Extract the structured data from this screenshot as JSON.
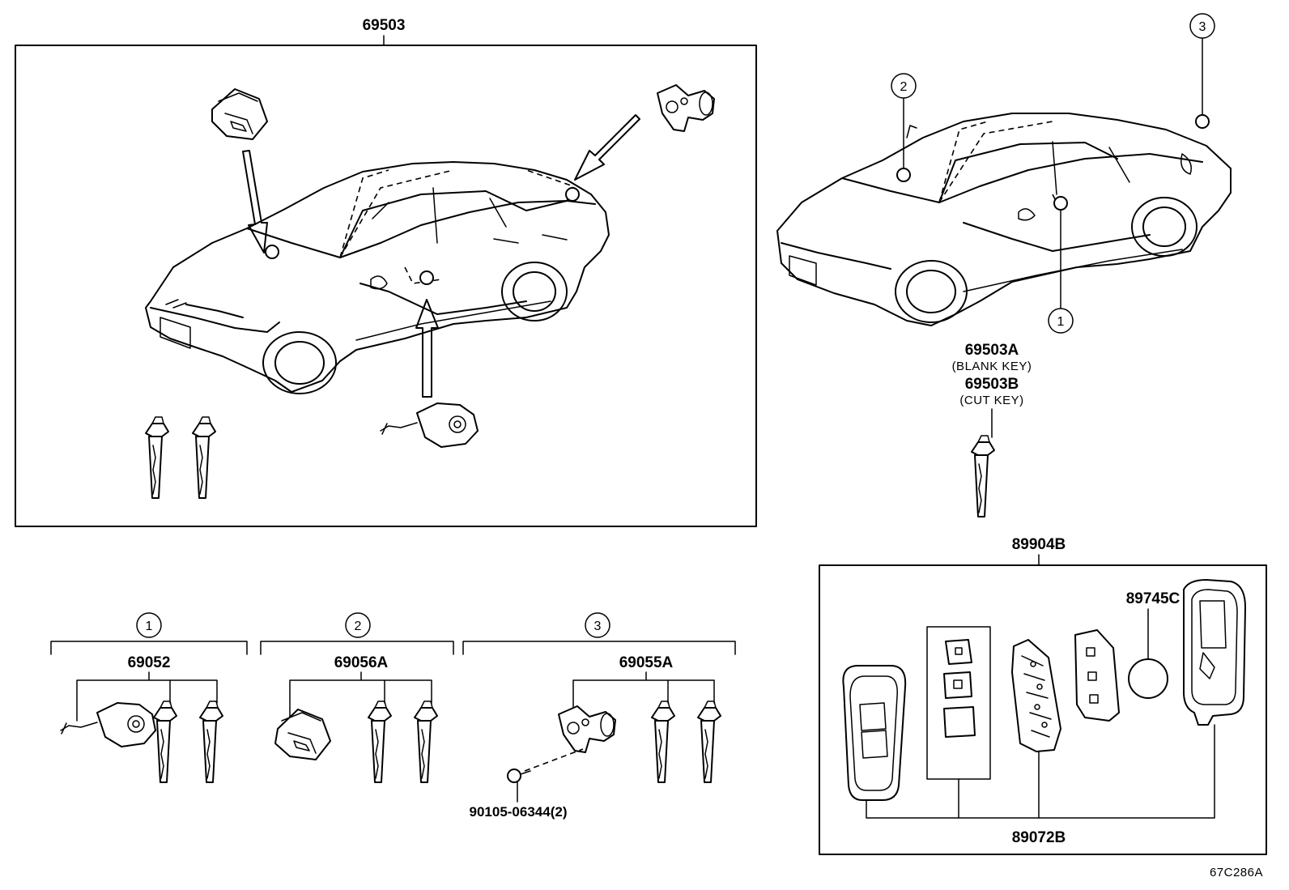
{
  "labels": {
    "assembly_main": "69503",
    "blank_key_part": "69503A",
    "blank_key_desc": "(BLANK KEY)",
    "cut_key_part": "69503B",
    "cut_key_desc": "(CUT KEY)",
    "smart_key_assembly": "89904B",
    "battery": "89745C",
    "transmitter_housing": "89072B",
    "lock_set_1": "69052",
    "lock_set_2": "69056A",
    "lock_set_3": "69055A",
    "screw": "90105-06344(2)",
    "diagram_code": "67C286A"
  },
  "callouts": [
    "1",
    "2",
    "3"
  ]
}
